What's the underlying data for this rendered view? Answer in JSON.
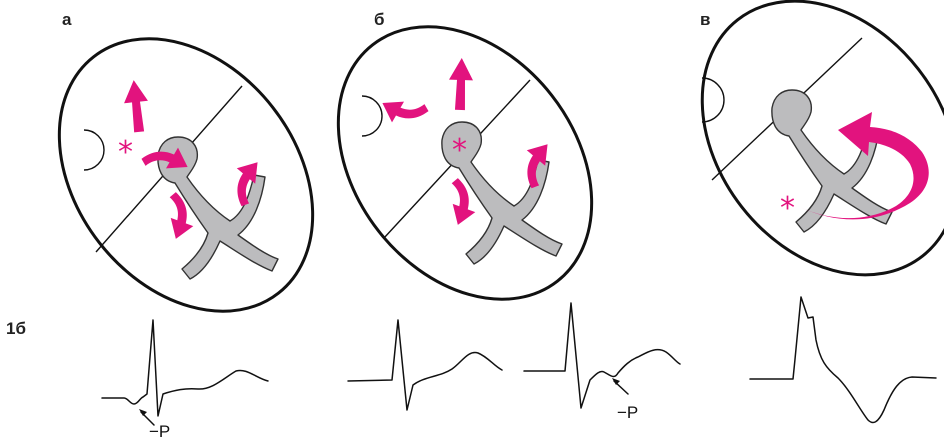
{
  "panels": [
    {
      "label": "а",
      "pointer": "−P"
    },
    {
      "label": "б"
    },
    {
      "label": "в"
    }
  ],
  "ecg_row_label": "1б",
  "asterisk": "*",
  "colors": {
    "accent": "#e2137e",
    "conduction": "#bcbcbe",
    "stroke": "#111111"
  }
}
